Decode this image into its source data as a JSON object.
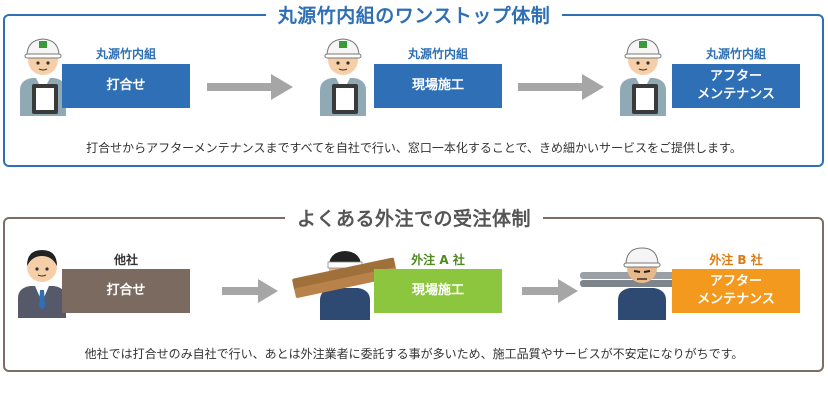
{
  "panel1": {
    "title": "丸源竹内組のワンストップ体制",
    "steps": [
      {
        "company": "丸源竹内組",
        "task": "打合せ"
      },
      {
        "company": "丸源竹内組",
        "task": "現場施工"
      },
      {
        "company": "丸源竹内組",
        "task": "アフター\nメンテナンス"
      }
    ],
    "description": "打合せからアフターメンテナンスまですべてを自社で行い、窓口一本化することで、きめ細かいサービスをご提供します。"
  },
  "panel2": {
    "title": "よくある外注での受注体制",
    "steps": [
      {
        "company": "他社",
        "task": "打合せ"
      },
      {
        "company": "外注 A 社",
        "task": "現場施工"
      },
      {
        "company": "外注 B 社",
        "task": "アフター\nメンテナンス"
      }
    ],
    "description": "他社では打合せのみ自社で行い、あとは外注業者に委託する事が多いため、施工品質やサービスが不安定になりがちです。"
  },
  "colors": {
    "blue": "#2e6fb5",
    "brown": "#7a6a5f",
    "green": "#8cc63f",
    "orange": "#f39a1e",
    "arrow": "#a6a6a6"
  },
  "icons": [
    "worker-clipboard-icon",
    "businessman-icon",
    "carpenter-lumber-icon",
    "worker-pipes-icon",
    "right-arrow-icon"
  ]
}
